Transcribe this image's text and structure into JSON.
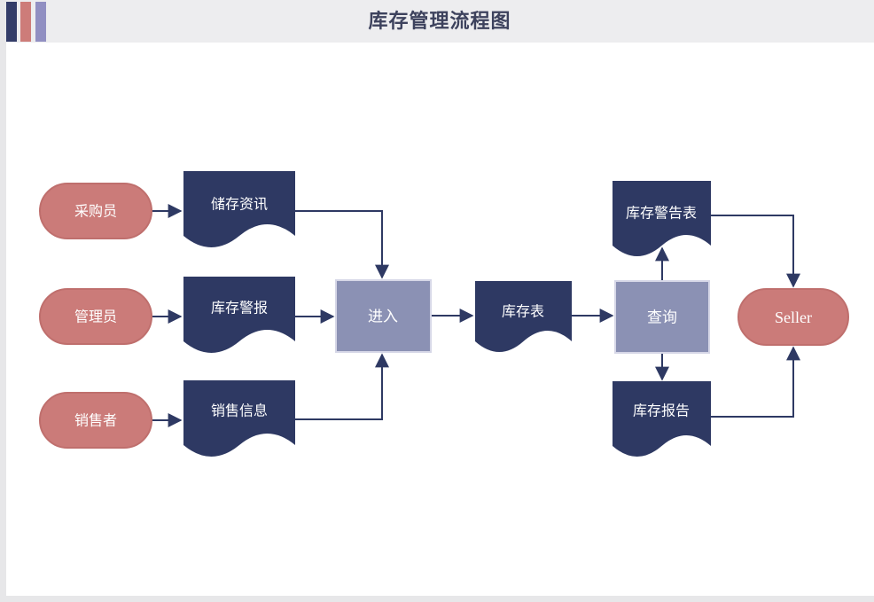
{
  "page": {
    "title": "库存管理流程图"
  },
  "header": {
    "accent_bar_colors": [
      "#333c68",
      "#cd7c79",
      "#918fc2"
    ],
    "background": "#ededef",
    "title_color": "#3d425d"
  },
  "colors": {
    "document_fill": "#2e3963",
    "process_fill": "#8b91b4",
    "terminator_fill": "#cb7b79",
    "connector": "#2e3963",
    "label_text": "#ffffff",
    "canvas": "#ffffff"
  },
  "nodes": {
    "purchaser": {
      "label": "采购员",
      "shape": "terminator"
    },
    "admin": {
      "label": "管理员",
      "shape": "terminator"
    },
    "seller_cn": {
      "label": "销售者",
      "shape": "terminator"
    },
    "storage_info": {
      "label": "储存资讯",
      "shape": "document"
    },
    "inventory_alarm": {
      "label": "库存警报",
      "shape": "document"
    },
    "sales_info": {
      "label": "销售信息",
      "shape": "document"
    },
    "enter": {
      "label": "进入",
      "shape": "process"
    },
    "inventory_table": {
      "label": "库存表",
      "shape": "document"
    },
    "query": {
      "label": "查询",
      "shape": "process"
    },
    "warning_table": {
      "label": "库存警告表",
      "shape": "document"
    },
    "inventory_report": {
      "label": "库存报告",
      "shape": "document"
    },
    "seller": {
      "label": "Seller",
      "shape": "terminator"
    }
  },
  "edges": [
    {
      "from": "采购员",
      "to": "储存资讯"
    },
    {
      "from": "管理员",
      "to": "库存警报"
    },
    {
      "from": "销售者",
      "to": "销售信息"
    },
    {
      "from": "储存资讯",
      "to": "进入"
    },
    {
      "from": "库存警报",
      "to": "进入"
    },
    {
      "from": "销售信息",
      "to": "进入"
    },
    {
      "from": "进入",
      "to": "库存表"
    },
    {
      "from": "库存表",
      "to": "查询"
    },
    {
      "from": "查询",
      "to": "库存警告表"
    },
    {
      "from": "查询",
      "to": "库存报告"
    },
    {
      "from": "库存警告表",
      "to": "Seller"
    },
    {
      "from": "库存报告",
      "to": "Seller"
    }
  ]
}
